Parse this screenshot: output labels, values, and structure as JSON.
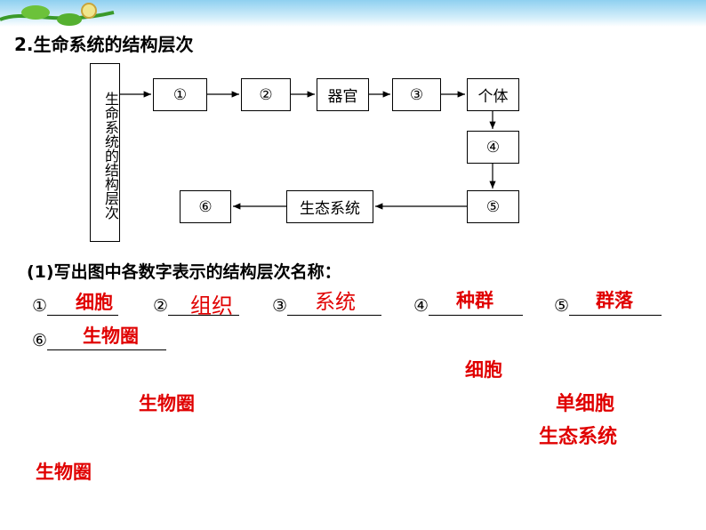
{
  "title": "2.生命系统的结构层次",
  "diagram": {
    "vertical_label": "生命系统的结构层次",
    "boxes": {
      "b1": "①",
      "b2": "②",
      "b3": "器官",
      "b4": "③",
      "b5": "个体",
      "b6": "④",
      "b7": "⑤",
      "b8": "生态系统",
      "b9": "⑥"
    }
  },
  "question": "(1)写出图中各数字表示的结构层次名称：",
  "blanks": [
    {
      "marker": "①"
    },
    {
      "marker": "②"
    },
    {
      "marker": "③"
    },
    {
      "marker": "④"
    },
    {
      "marker": "⑤"
    },
    {
      "marker": "⑥"
    }
  ],
  "answers": {
    "a1": "细胞",
    "a2": "组织",
    "a3": "系统",
    "a4": "种群",
    "a5": "群落",
    "a6": "生物圈",
    "extra1": "细胞",
    "extra2": "生物圈",
    "extra3": "单细胞",
    "extra4": "生态系统",
    "extra5": "生物圈"
  }
}
